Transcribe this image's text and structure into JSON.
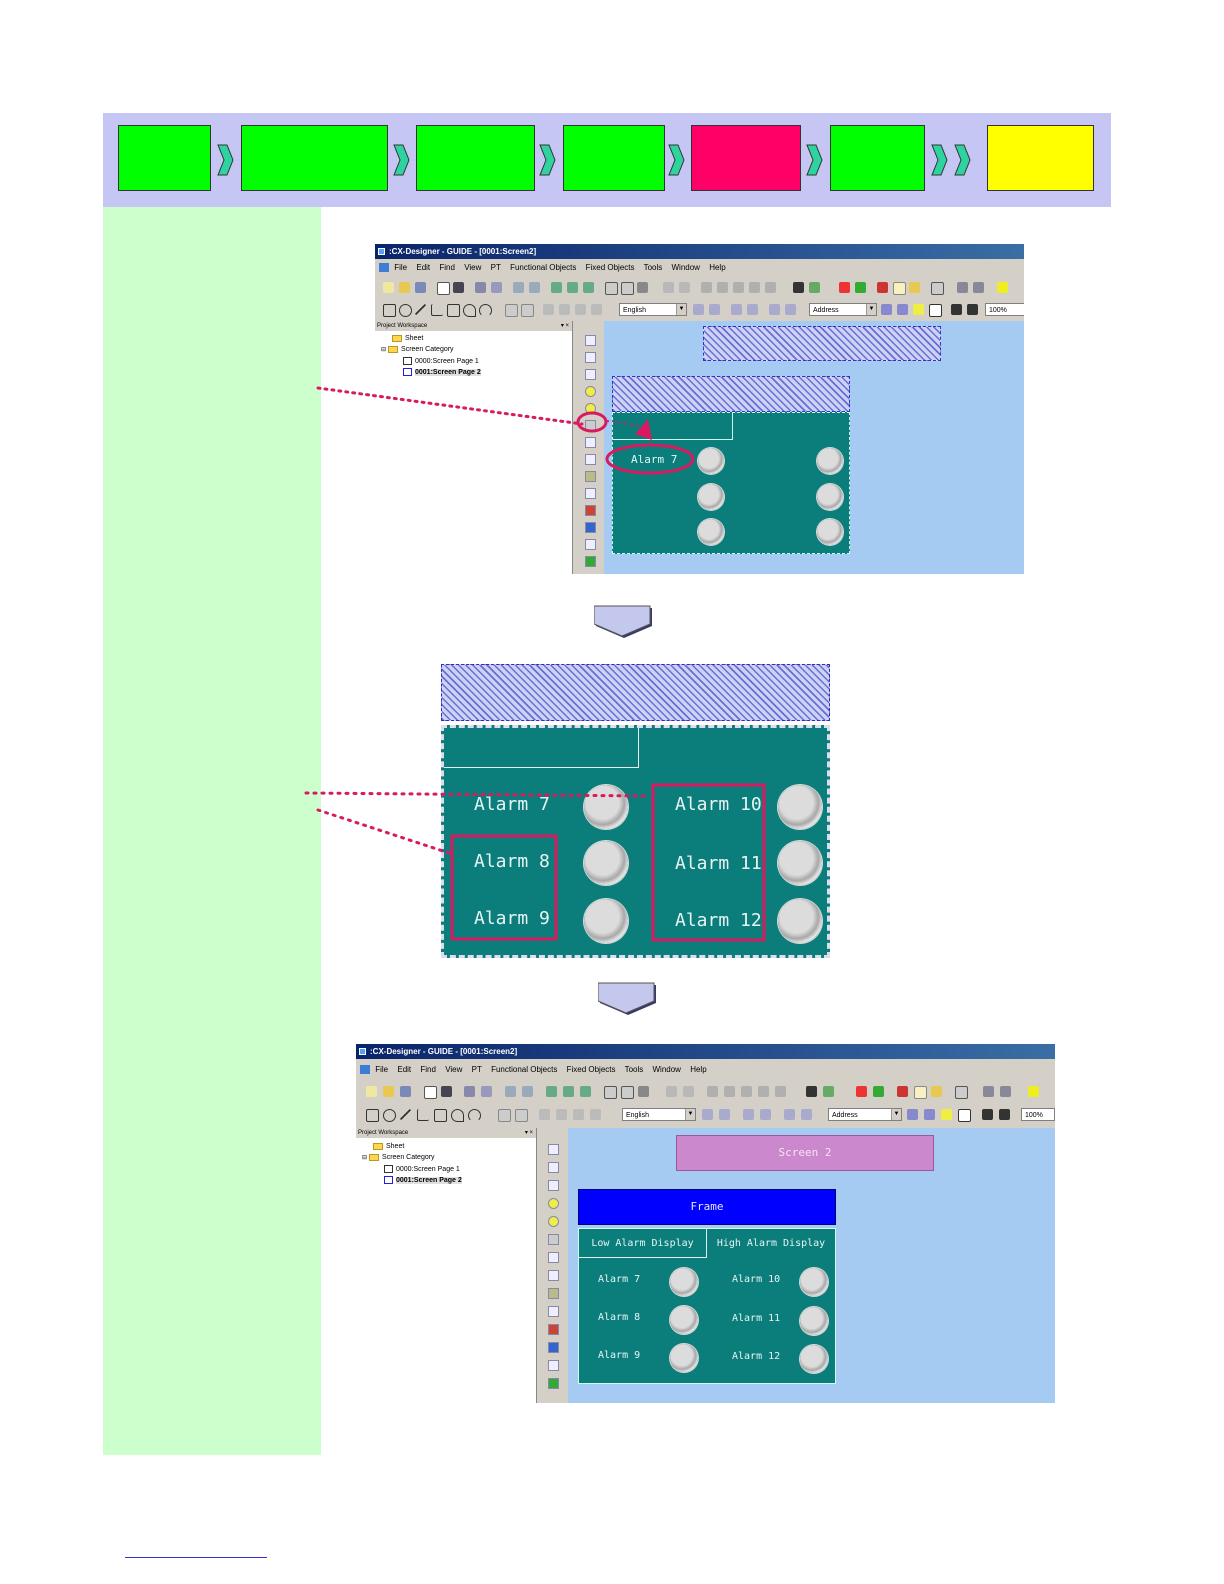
{
  "step_bar": {
    "steps": [
      {
        "color": "#00ff00"
      },
      {
        "color": "#00ff00"
      },
      {
        "color": "#00ff00"
      },
      {
        "color": "#00ff00"
      },
      {
        "color": "#ff0066"
      },
      {
        "color": "#00ff00"
      },
      {
        "color": "#ffff00"
      }
    ],
    "chevron_color": "#2ed3a0",
    "background": "#c6c6f4"
  },
  "left_panel": {
    "background": "#ccffcc"
  },
  "top_window": {
    "title": ":CX-Designer - GUIDE - [0001:Screen2]",
    "menu": [
      "File",
      "Edit",
      "Find",
      "View",
      "PT",
      "Functional Objects",
      "Fixed Objects",
      "Tools",
      "Window",
      "Help"
    ],
    "language_combo": "English",
    "address_combo": "Address",
    "zoom_value": "100%",
    "workspace_title": "Project Workspace",
    "workspace_buttons": "▾ ×",
    "tree": [
      "Sheet",
      "Screen Category",
      "0000:Screen Page 1",
      "0001:Screen Page 2"
    ],
    "alarm_label": "Alarm 7"
  },
  "zoom_view": {
    "alarms_left": [
      "Alarm 7",
      "Alarm 8",
      "Alarm 9"
    ],
    "alarms_right": [
      "Alarm 10",
      "Alarm 11",
      "Alarm 12"
    ]
  },
  "bottom_window": {
    "title": ":CX-Designer - GUIDE - [0001:Screen2]",
    "menu": [
      "File",
      "Edit",
      "Find",
      "View",
      "PT",
      "Functional Objects",
      "Fixed Objects",
      "Tools",
      "Window",
      "Help"
    ],
    "language_combo": "English",
    "address_combo": "Address",
    "zoom_value": "100%",
    "workspace_title": "Project Workspace",
    "workspace_buttons": "▾ ×",
    "tree": [
      "Sheet",
      "Screen Category",
      "0000:Screen Page 1",
      "0001:Screen Page 2"
    ],
    "screen_label": "Screen 2",
    "frame_label": "Frame",
    "tab_low": "Low Alarm Display",
    "tab_high": "High Alarm Display",
    "alarms_left": [
      "Alarm 7",
      "Alarm 8",
      "Alarm 9"
    ],
    "alarms_right": [
      "Alarm 10",
      "Alarm 11",
      "Alarm 12"
    ]
  },
  "colors": {
    "teal": "#0b7e7c",
    "canvas": "#a6cbf2",
    "highlight": "#d81b60",
    "screen_label_bg": "#cc88cc",
    "frame_bg": "#0000ff"
  }
}
